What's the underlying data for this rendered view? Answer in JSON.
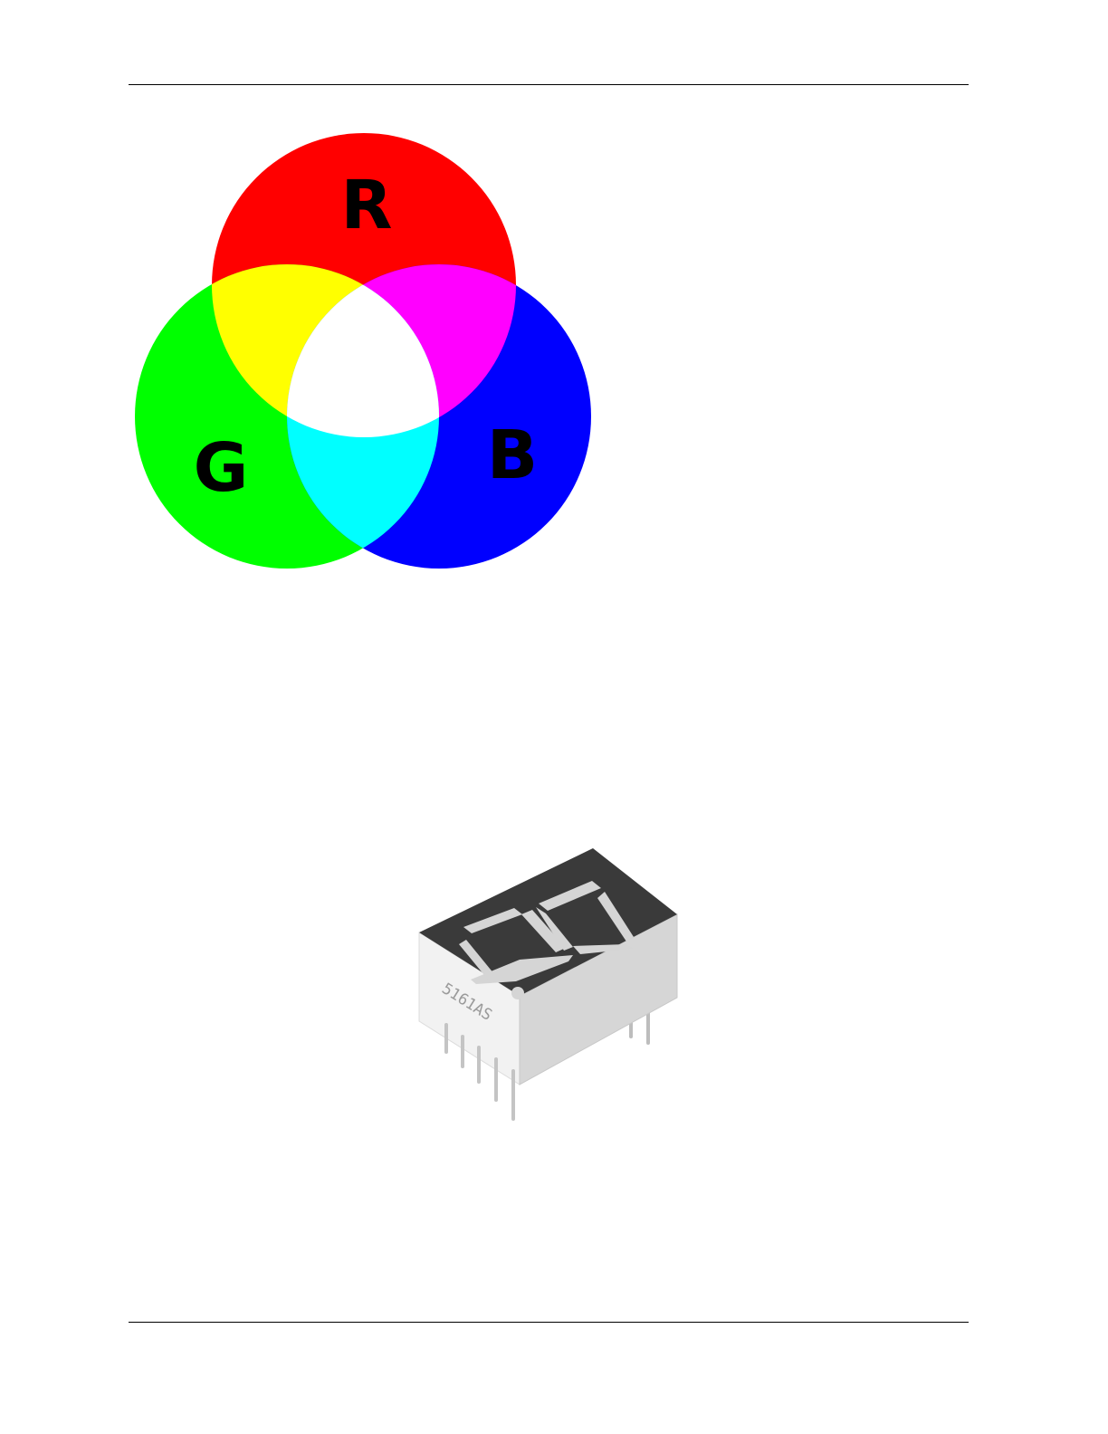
{
  "rgb_diagram": {
    "labels": {
      "red": "R",
      "green": "G",
      "blue": "B"
    },
    "colors": {
      "red": "#ff0000",
      "green": "#00ff00",
      "blue": "#0000ff",
      "yellow": "#ffff00",
      "magenta": "#ff00ff",
      "cyan": "#00ffff",
      "white": "#ffffff"
    }
  },
  "seven_segment_display": {
    "part_number": "5161AS",
    "body_color": "#3a3a3a",
    "segment_color": "#d8d8d8",
    "housing_color": "#eeeeee"
  }
}
